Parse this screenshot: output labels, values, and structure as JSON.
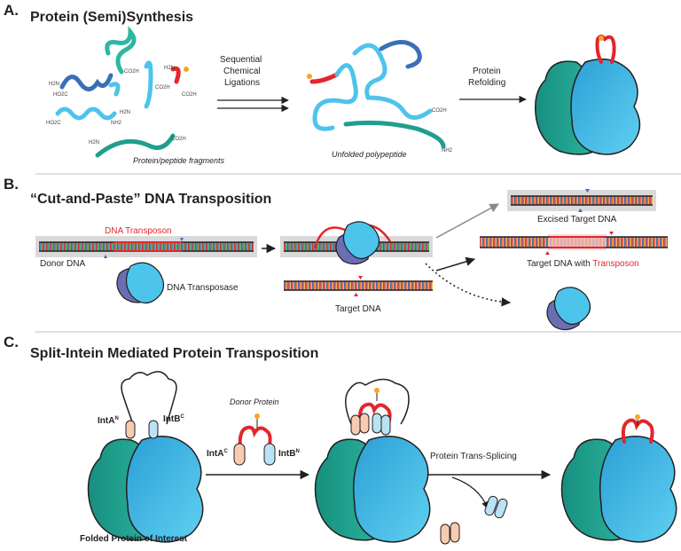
{
  "panels": {
    "a": {
      "letter": "A.",
      "title": "Protein (Semi)Synthesis",
      "fragments_caption": "Protein/peptide fragments",
      "step1_line1": "Sequential",
      "step1_line2": "Chemical",
      "step1_line3": "Ligations",
      "unfolded_caption": "Unfolded polypeptide",
      "step2_line1": "Protein",
      "step2_line2": "Refolding",
      "chem": {
        "h2n": "H2N",
        "co2h": "CO2H",
        "ho2c": "HO2C",
        "nh2": "NH2"
      }
    },
    "b": {
      "letter": "B.",
      "title": "“Cut-and-Paste” DNA Transposition",
      "transposon_label": "DNA Transposon",
      "donor_label": "Donor DNA",
      "transposase_label": "DNA Transposase",
      "target_label": "Target DNA",
      "excised_label": "Excised Target DNA",
      "target_with_prefix": "Target DNA with ",
      "target_with_highlight": "Transposon"
    },
    "c": {
      "letter": "C.",
      "title": "Split-Intein Mediated Protein Transposition",
      "inta_n": "IntA",
      "inta_n_sup": "N",
      "intb_c": "IntB",
      "intb_c_sup": "C",
      "donor_protein": "Donor Protein",
      "inta_c": "IntA",
      "inta_c_sup": "C",
      "intb_n": "IntB",
      "intb_n_sup": "N",
      "splicing_label": "Protein Trans-Splicing",
      "folded_caption": "Folded Protein of Interest"
    }
  },
  "colors": {
    "teal": "#1f9f8e",
    "light_blue": "#4cc4ec",
    "mid_blue": "#3fb7e3",
    "dark_blue": "#3a6fb6",
    "red": "#e2262c",
    "orange": "#f5a623",
    "purple": "#6a6fb4",
    "peach": "#f7cbb0",
    "pale_blue": "#b9e2f4",
    "grey_box": "#d9d9d9"
  }
}
